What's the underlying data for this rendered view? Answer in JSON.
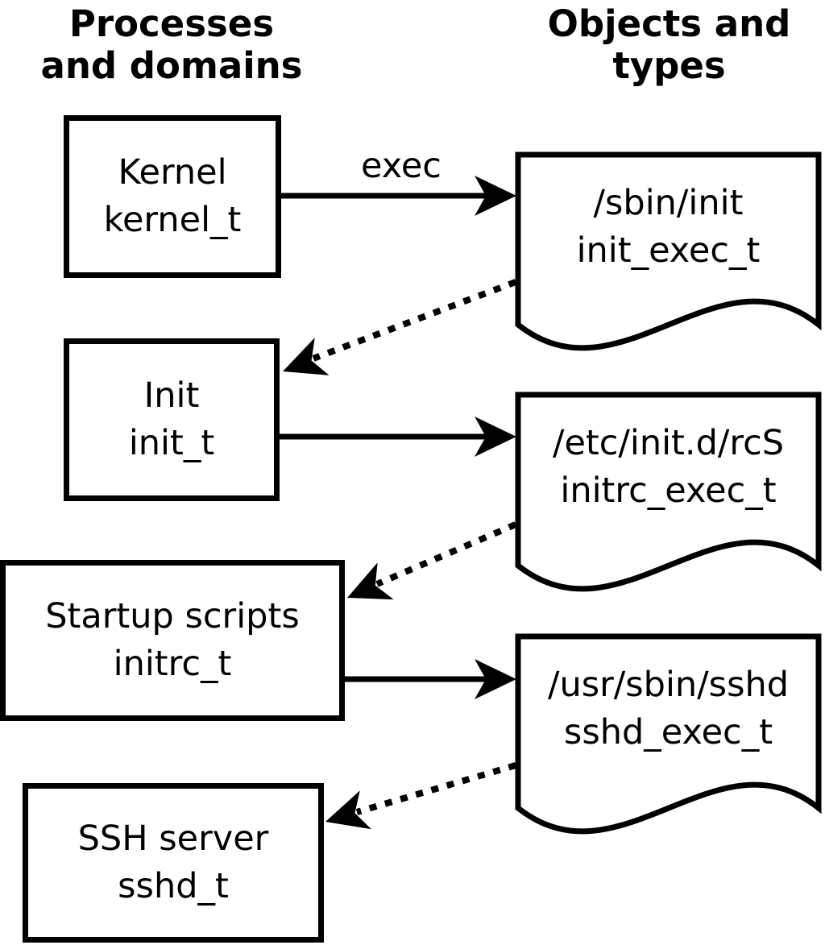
{
  "headers": {
    "left": {
      "line1": "Processes",
      "line2": "and domains"
    },
    "right": {
      "line1": "Objects and",
      "line2": "types"
    }
  },
  "processes": [
    {
      "name": "Kernel",
      "type": "kernel_t"
    },
    {
      "name": "Init",
      "type": "init_t"
    },
    {
      "name": "Startup scripts",
      "type": "initrc_t"
    },
    {
      "name": "SSH server",
      "type": "sshd_t"
    }
  ],
  "objects": [
    {
      "path": "/sbin/init",
      "type": "init_exec_t"
    },
    {
      "path": "/etc/init.d/rcS",
      "type": "initrc_exec_t"
    },
    {
      "path": "/usr/sbin/sshd",
      "type": "sshd_exec_t"
    }
  ],
  "labels": {
    "exec": "exec"
  },
  "colors": {
    "ink": "#000000",
    "paper": "#ffffff"
  }
}
